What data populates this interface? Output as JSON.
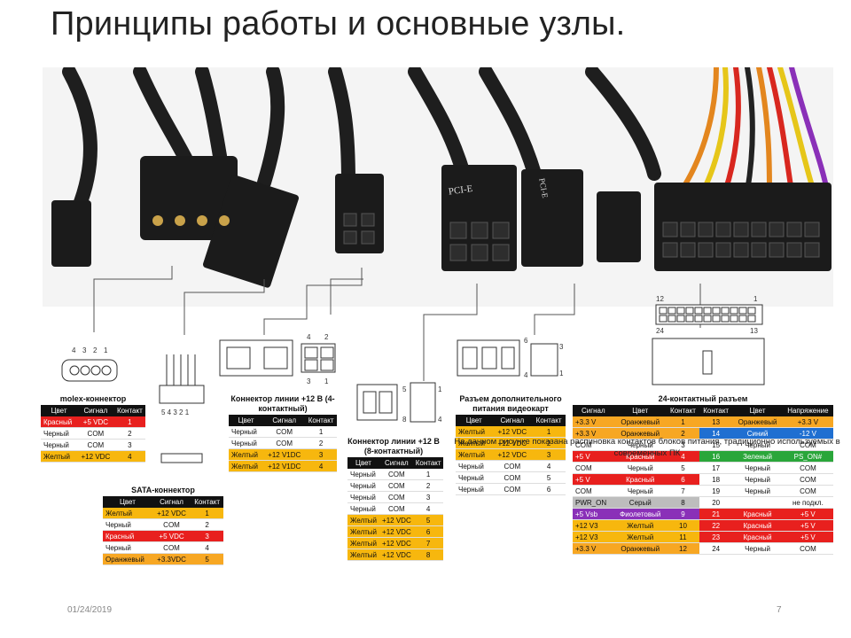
{
  "slide": {
    "title": "Принципы работы и основные узлы.",
    "caption": "На данном рисунке показана распиновка контактов блоков питания, традиционно используемых в современных ПК",
    "date": "01/24/2019",
    "page": "7"
  },
  "photo": {
    "pcie_label_1": "PCI-E",
    "pcie_label_2": "PCI-E",
    "pin_label_12": "12",
    "pin_label_1": "1",
    "pin_label_24": "24",
    "pin_label_13": "13"
  },
  "molex": {
    "caption": "molex-коннектор",
    "pins": [
      "4",
      "3",
      "2",
      "1"
    ],
    "headers": [
      "Цвет",
      "Сигнал",
      "Контакт"
    ],
    "rows": [
      {
        "color": "Красный",
        "signal": "+5 VDC",
        "pin": "1",
        "cls": "c-red"
      },
      {
        "color": "Черный",
        "signal": "COM",
        "pin": "2",
        "cls": "c-white"
      },
      {
        "color": "Черный",
        "signal": "COM",
        "pin": "3",
        "cls": "c-white"
      },
      {
        "color": "Желтый",
        "signal": "+12 VDC",
        "pin": "4",
        "cls": "c-yellow"
      }
    ]
  },
  "sata": {
    "caption": "SATA-коннектор",
    "pins": "5 4 3 2 1",
    "headers": [
      "Цвет",
      "Сигнал",
      "Контакт"
    ],
    "rows": [
      {
        "color": "Желтый",
        "signal": "+12 VDC",
        "pin": "1",
        "cls": "c-yellow"
      },
      {
        "color": "Черный",
        "signal": "COM",
        "pin": "2",
        "cls": "c-white"
      },
      {
        "color": "Красный",
        "signal": "+5 VDC",
        "pin": "3",
        "cls": "c-red"
      },
      {
        "color": "Черный",
        "signal": "COM",
        "pin": "4",
        "cls": "c-white"
      },
      {
        "color": "Оранжевый",
        "signal": "+3.3VDC",
        "pin": "5",
        "cls": "c-orange"
      }
    ]
  },
  "line4": {
    "caption": "Коннектор линии +12 В (4-контактный)",
    "pins": [
      "4",
      "2",
      "3",
      "1"
    ],
    "headers": [
      "Цвет",
      "Сигнал",
      "Контакт"
    ],
    "rows": [
      {
        "color": "Черный",
        "signal": "COM",
        "pin": "1",
        "cls": "c-white"
      },
      {
        "color": "Черный",
        "signal": "COM",
        "pin": "2",
        "cls": "c-white"
      },
      {
        "color": "Желтый",
        "signal": "+12 V1DC",
        "pin": "3",
        "cls": "c-yellow"
      },
      {
        "color": "Желтый",
        "signal": "+12 V1DC",
        "pin": "4",
        "cls": "c-yellow"
      }
    ]
  },
  "line8": {
    "caption": "Коннектор линии +12 В (8-контактный)",
    "pins": [
      "5",
      "1",
      "8",
      "4"
    ],
    "headers": [
      "Цвет",
      "Сигнал",
      "Контакт"
    ],
    "rows": [
      {
        "color": "Черный",
        "signal": "COM",
        "pin": "1",
        "cls": "c-white"
      },
      {
        "color": "Черный",
        "signal": "COM",
        "pin": "2",
        "cls": "c-white"
      },
      {
        "color": "Черный",
        "signal": "COM",
        "pin": "3",
        "cls": "c-white"
      },
      {
        "color": "Черный",
        "signal": "COM",
        "pin": "4",
        "cls": "c-white"
      },
      {
        "color": "Желтый",
        "signal": "+12 VDC",
        "pin": "5",
        "cls": "c-yellow"
      },
      {
        "color": "Желтый",
        "signal": "+12 VDC",
        "pin": "6",
        "cls": "c-yellow"
      },
      {
        "color": "Желтый",
        "signal": "+12 VDC",
        "pin": "7",
        "cls": "c-yellow"
      },
      {
        "color": "Желтый",
        "signal": "+12 VDC",
        "pin": "8",
        "cls": "c-yellow"
      }
    ]
  },
  "video": {
    "caption": "Разъем дополнительного питания видеокарт",
    "pins": [
      "6",
      "3",
      "4",
      "1"
    ],
    "headers": [
      "Цвет",
      "Сигнал",
      "Контакт"
    ],
    "rows": [
      {
        "color": "Желтый",
        "signal": "+12 VDC",
        "pin": "1",
        "cls": "c-yellow"
      },
      {
        "color": "Желтый",
        "signal": "+12 VDC",
        "pin": "2",
        "cls": "c-yellow"
      },
      {
        "color": "Желтый",
        "signal": "+12 VDC",
        "pin": "3",
        "cls": "c-yellow"
      },
      {
        "color": "Черный",
        "signal": "COM",
        "pin": "4",
        "cls": "c-white"
      },
      {
        "color": "Черный",
        "signal": "COM",
        "pin": "5",
        "cls": "c-white"
      },
      {
        "color": "Черный",
        "signal": "COM",
        "pin": "6",
        "cls": "c-white"
      }
    ]
  },
  "atx24": {
    "caption": "24-контактный разъем",
    "headers": [
      "Сигнал",
      "Цвет",
      "Контакт",
      "Контакт",
      "Цвет",
      "Напряжение"
    ],
    "rows": [
      {
        "s1": "+3.3 V",
        "c1": "Оранжевый",
        "p1": "1",
        "cls1": "c-orange",
        "p2": "13",
        "c2": "Оранжевый",
        "s2": "+3.3 V",
        "cls2": "c-orange"
      },
      {
        "s1": "+3.3 V",
        "c1": "Оранжевый",
        "p1": "2",
        "cls1": "c-orange",
        "p2": "14",
        "c2": "Синий",
        "s2": "-12 V",
        "cls2": "c-blue"
      },
      {
        "s1": "COM",
        "c1": "Черный",
        "p1": "3",
        "cls1": "c-white",
        "p2": "15",
        "c2": "Черный",
        "s2": "COM",
        "cls2": "c-white"
      },
      {
        "s1": "+5 V",
        "c1": "Красный",
        "p1": "4",
        "cls1": "c-red",
        "p2": "16",
        "c2": "Зеленый",
        "s2": "PS_ON#",
        "cls2": "c-green"
      },
      {
        "s1": "COM",
        "c1": "Черный",
        "p1": "5",
        "cls1": "c-white",
        "p2": "17",
        "c2": "Черный",
        "s2": "COM",
        "cls2": "c-white"
      },
      {
        "s1": "+5 V",
        "c1": "Красный",
        "p1": "6",
        "cls1": "c-red",
        "p2": "18",
        "c2": "Черный",
        "s2": "COM",
        "cls2": "c-white"
      },
      {
        "s1": "COM",
        "c1": "Черный",
        "p1": "7",
        "cls1": "c-white",
        "p2": "19",
        "c2": "Черный",
        "s2": "COM",
        "cls2": "c-white"
      },
      {
        "s1": "PWR_ON",
        "c1": "Серый",
        "p1": "8",
        "cls1": "c-gray",
        "p2": "20",
        "c2": "",
        "s2": "не подкл.",
        "cls2": "c-white"
      },
      {
        "s1": "+5 Vsb",
        "c1": "Фиолетовый",
        "p1": "9",
        "cls1": "c-purple",
        "p2": "21",
        "c2": "Красный",
        "s2": "+5 V",
        "cls2": "c-red"
      },
      {
        "s1": "+12 V3",
        "c1": "Желтый",
        "p1": "10",
        "cls1": "c-yellow",
        "p2": "22",
        "c2": "Красный",
        "s2": "+5 V",
        "cls2": "c-red"
      },
      {
        "s1": "+12 V3",
        "c1": "Желтый",
        "p1": "11",
        "cls1": "c-yellow",
        "p2": "23",
        "c2": "Красный",
        "s2": "+5 V",
        "cls2": "c-red"
      },
      {
        "s1": "+3.3 V",
        "c1": "Оранжевый",
        "p1": "12",
        "cls1": "c-orange",
        "p2": "24",
        "c2": "Черный",
        "s2": "COM",
        "cls2": "c-white"
      }
    ]
  },
  "colors": {
    "orange": "#f7a723",
    "red": "#e8201e",
    "yellow": "#f7b70e",
    "blue": "#1f6fd1",
    "green": "#2aa63a",
    "purple": "#8a30b8",
    "gray": "#bdbdbd"
  }
}
